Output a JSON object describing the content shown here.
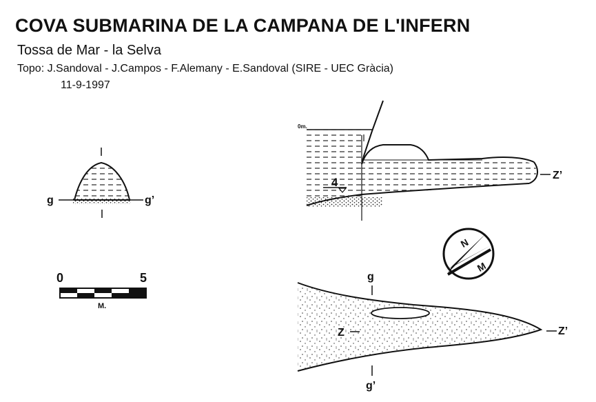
{
  "header": {
    "title": "COVA SUBMARINA DE LA CAMPANA DE L'INFERN",
    "subtitle": "Tossa de Mar - la Selva",
    "credits": "Topo: J.Sandoval - J.Campos - F.Alemany - E.Sandoval  (SIRE - UEC Gràcia)",
    "date": "11-9-1997"
  },
  "cross_section": {
    "left_label": "g",
    "right_label": "g’"
  },
  "profile": {
    "surface_label": "0m.",
    "depth_label": "4",
    "end_label": "Z’"
  },
  "scale": {
    "min": "0",
    "max": "5",
    "unit": "M."
  },
  "compass": {
    "north": "N",
    "magnetic": "M"
  },
  "plan": {
    "top_label": "g",
    "bottom_label": "g’",
    "left_label": "Z",
    "right_label": "Z’"
  }
}
